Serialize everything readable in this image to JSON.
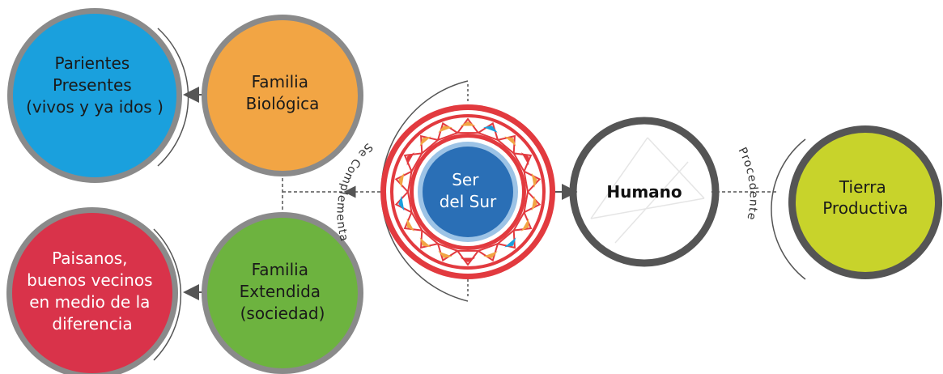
{
  "colors": {
    "parientes": "#1aa0dd",
    "familia_biologica": "#f2a544",
    "paisanos": "#d9334a",
    "familia_extendida": "#6db33f",
    "ser_del_sur_center": "#2a6fb6",
    "ser_del_sur_ring": "#e23a3f",
    "humano": "#ffffff",
    "tierra_productiva": "#c8d32b",
    "outline": "#8a8a8a",
    "connector": "#555555"
  },
  "nodes": {
    "parientes": {
      "lines": [
        "Parientes",
        "Presentes",
        "(vivos y ya idos )"
      ]
    },
    "familia_biologica": {
      "lines": [
        "Familia",
        "Biológica"
      ]
    },
    "paisanos": {
      "lines": [
        "Paisanos,",
        "buenos vecinos",
        "en medio de la",
        "diferencia"
      ]
    },
    "familia_extendida": {
      "lines": [
        "Familia",
        "Extendida",
        "(sociedad)"
      ]
    },
    "ser_del_sur": {
      "lines": [
        "Ser",
        "del Sur"
      ]
    },
    "humano": {
      "lines": [
        "Humano"
      ]
    },
    "tierra_productiva": {
      "lines": [
        "Tierra",
        "Productiva"
      ]
    }
  },
  "relations": {
    "se_complementa": "Se Complementa",
    "procedente": "Procedente"
  }
}
